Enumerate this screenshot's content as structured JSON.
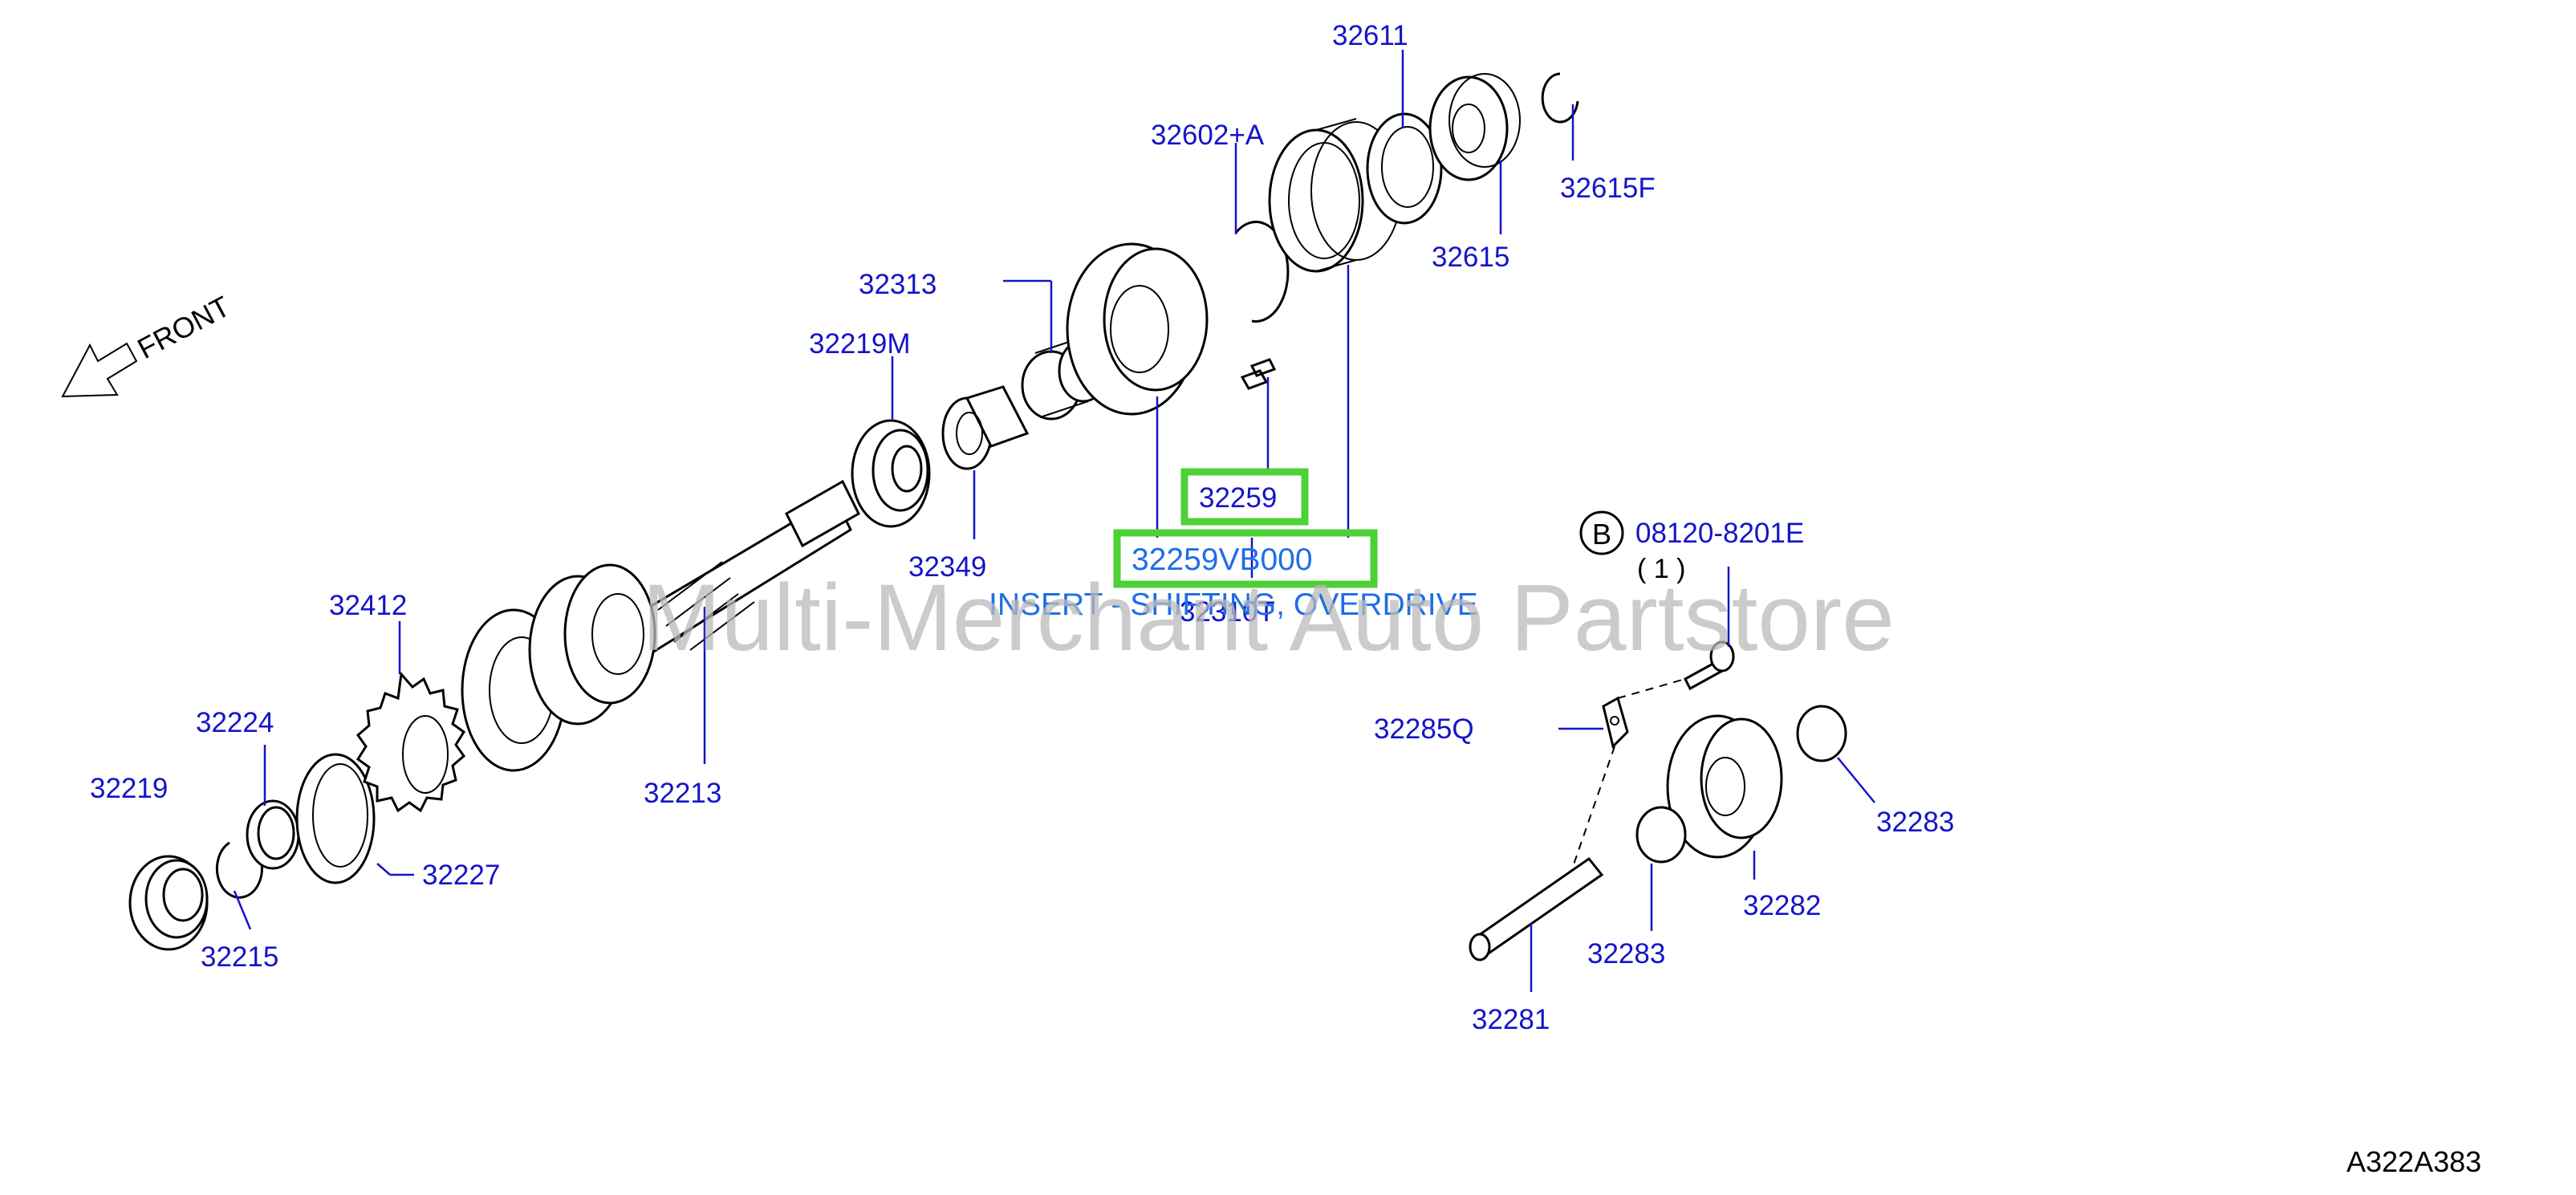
{
  "title": "",
  "front_label": "FRONT",
  "watermark": "Multi-Merchant Auto Partstore",
  "diagram_code": "A322A383",
  "highlight": {
    "part": "32259",
    "part_number": "32259VB000",
    "description": "INSERT - SHIFTING, OVERDRIVE",
    "color": "#4cd137"
  },
  "callout": {
    "symbol": "B",
    "part_number": "08120-8201E",
    "qty": "( 1 )"
  },
  "parts": [
    {
      "id": "32611"
    },
    {
      "id": "32602+A"
    },
    {
      "id": "32615F"
    },
    {
      "id": "32615"
    },
    {
      "id": "32313"
    },
    {
      "id": "32219M"
    },
    {
      "id": "32349"
    },
    {
      "id": "32310T"
    },
    {
      "id": "32412"
    },
    {
      "id": "32224"
    },
    {
      "id": "32219"
    },
    {
      "id": "32213"
    },
    {
      "id": "32227"
    },
    {
      "id": "32215"
    },
    {
      "id": "32285Q"
    },
    {
      "id": "32283"
    },
    {
      "id": "32282"
    },
    {
      "id": "32283"
    },
    {
      "id": "32281"
    }
  ],
  "colors": {
    "label": "#1414c8",
    "note": "#1e6ee6",
    "line_art": "#000000",
    "watermark": "#b9b9b9"
  }
}
